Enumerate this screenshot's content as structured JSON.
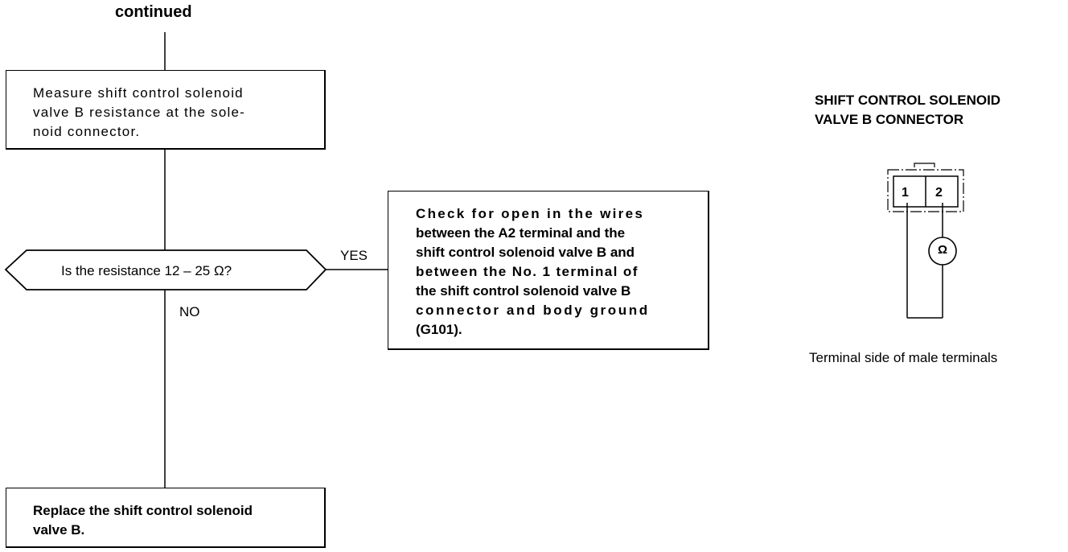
{
  "header": {
    "title": "continued"
  },
  "flowchart": {
    "measure_step": {
      "lines": [
        "Measure shift control solenoid",
        "valve B resistance at the sole-",
        "noid connector."
      ]
    },
    "decision": {
      "question": "Is the resistance 12 – 25 Ω?",
      "yes_label": "YES",
      "no_label": "NO"
    },
    "check_step": {
      "lines": [
        "Check for open in the wires",
        "between the A2 terminal and the",
        "shift control solenoid valve B and",
        "between the No. 1 terminal of",
        "the shift control solenoid valve B",
        "connector and body ground",
        "(G101)."
      ]
    },
    "replace_step": {
      "lines": [
        "Replace the shift control solenoid",
        "valve B."
      ]
    }
  },
  "connector": {
    "title_lines": [
      "SHIFT CONTROL SOLENOID",
      "VALVE B CONNECTOR"
    ],
    "pin_1": "1",
    "pin_2": "2",
    "meter_symbol": "Ω",
    "caption": "Terminal side of male terminals"
  }
}
